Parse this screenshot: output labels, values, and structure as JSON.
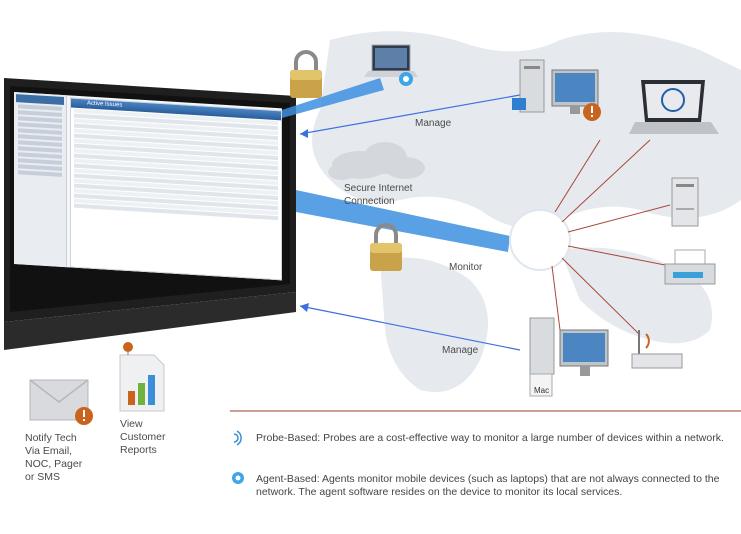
{
  "labels": {
    "manage_top": "Manage",
    "secure": "Secure Internet\nConnection",
    "monitor": "Monitor",
    "manage_bottom": "Manage",
    "notify": "Notify Tech\nVia Email,\nNOC, Pager\nor SMS",
    "view_reports": "View\nCustomer\nReports",
    "mac": "Mac"
  },
  "legend": {
    "probe": "Probe-Based: Probes are a cost-effective way to monitor a large number of devices within a network.",
    "agent": "Agent-Based: Agents monitor mobile devices (such as laptops) that are not always connected to the network. The agent software resides on the device to monitor its local services."
  },
  "screen": {
    "title": "Active Issues"
  },
  "colors": {
    "accent_blue": "#3d8fe0",
    "divider_red": "#9a3b2a",
    "badge_orange": "#c8641e",
    "map_gray": "#dfe3e7"
  },
  "icons": [
    "lock-icon",
    "laptop-icon",
    "desktop-warning-icon",
    "laptop-intel-icon",
    "server-icon",
    "printer-icon",
    "router-icon",
    "desktop-mac-icon",
    "envelope-icon",
    "report-icon",
    "probe-signal-icon",
    "agent-gear-icon",
    "cloud-icon"
  ]
}
